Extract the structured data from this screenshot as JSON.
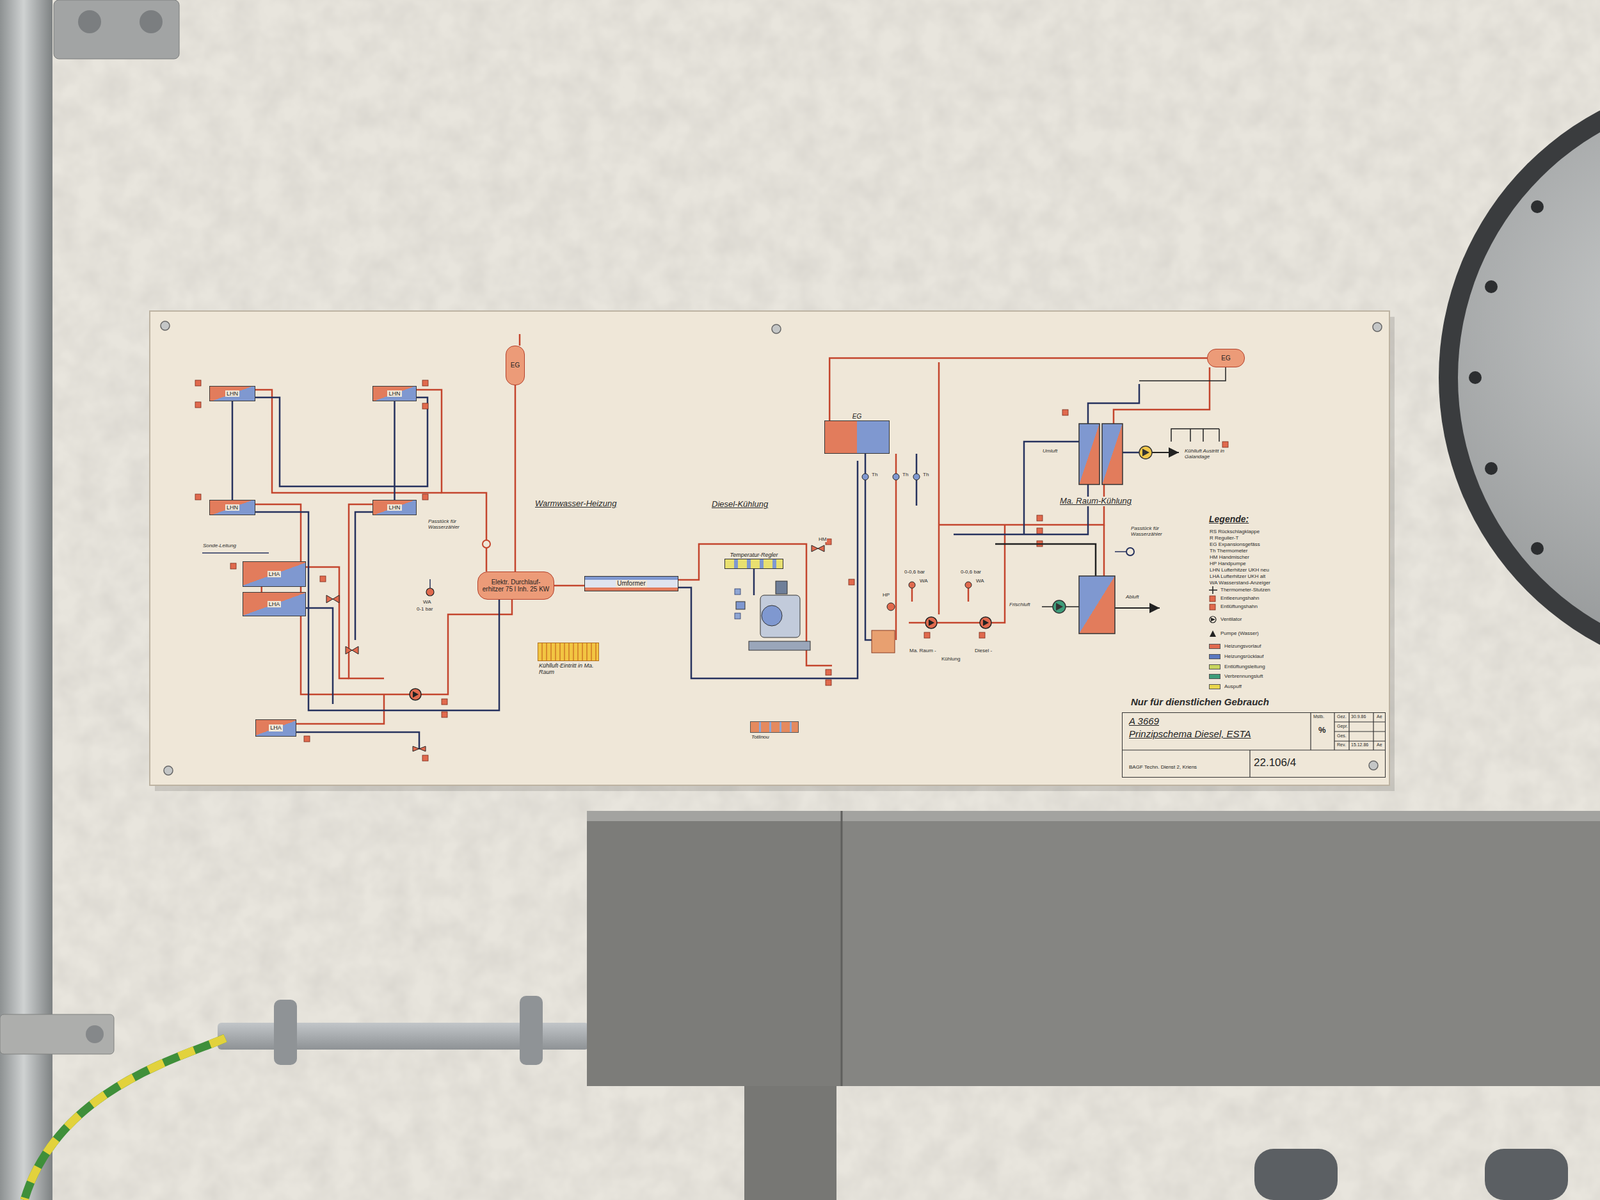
{
  "diagram": {
    "nodes": [
      {
        "text": [
          "EG"
        ]
      },
      {
        "text": [
          "LHN"
        ]
      },
      {
        "text": [
          "LHN"
        ]
      },
      {
        "text": [
          "LHN"
        ]
      },
      {
        "text": [
          "LHN"
        ]
      },
      {
        "text": [
          "LHA"
        ]
      },
      {
        "text": [
          "LHA"
        ]
      },
      {
        "text": [
          "LHA"
        ]
      },
      {
        "text": [
          "Elektr. Durchlauf- erhitzer 75 l Inh. 25 KW"
        ]
      },
      {
        "text": [
          "Kühlluft-Eintritt in Ma. Raum"
        ]
      },
      {
        "text": [
          "Umformer"
        ]
      },
      {
        "text": [
          "Temperatur-Regler"
        ]
      },
      {
        "text": [
          "EG"
        ]
      },
      {
        "text": [
          "EG"
        ]
      },
      {
        "text": [
          "Totlinou"
        ]
      },
      {
        "text": [
          "A 3669",
          "Prinzipschema Diesel, ESTA",
          "BAGF Techn. Dienst 2, Kriens",
          "22.106/4"
        ]
      }
    ],
    "edges": [
      {
        "from": 0,
        "to": 8,
        "arrow": "none"
      },
      {
        "from": 8,
        "to": 10,
        "arrow": "none"
      },
      {
        "from": 1,
        "to": 3,
        "arrow": "none"
      },
      {
        "from": 2,
        "to": 4,
        "arrow": "none"
      },
      {
        "from": 5,
        "to": 6,
        "arrow": "none"
      },
      {
        "from": 12,
        "to": 13,
        "arrow": "none"
      }
    ],
    "labels": [
      "Warmwasser-Heizung",
      "Diesel-Kühlung",
      "Ma. Raum-Kühlung",
      "Passtück für Wasserzähler",
      "Passtück für Wasserzähler",
      "Sonde-Leitung",
      "WA",
      "0-1 bar",
      "HM",
      "Th",
      "Th",
      "Th",
      "0-0,6 bar",
      "WA",
      "0-0,6 bar",
      "WA",
      "HP",
      "Ma. Raum -",
      "Kühlung",
      "Diesel -",
      "Umluft",
      "Kühlluft Austritt in Galandage",
      "Frischluft",
      "Abluft",
      "Legende:",
      "Nur für dienstlichen Gebrauch",
      "Mstb.",
      "%",
      "Gez.",
      "30.9.86",
      "Ae",
      "Gepr.",
      "Ges.",
      "Rev.",
      "15.12.86",
      "Ae"
    ],
    "legend": [
      {
        "text": "RS Rückschlagklappe"
      },
      {
        "text": "R Regulier-T"
      },
      {
        "text": "EG Expansionsgefäss"
      },
      {
        "text": "Th Thermometer"
      },
      {
        "text": "HM Handmischer"
      },
      {
        "text": "HP Handpumpe"
      },
      {
        "text": "LHN Lufterhitzer UKH neu"
      },
      {
        "text": "LHA Lufterhitzer UKH alt"
      },
      {
        "text": "WA Wasserstand-Anzeiger"
      },
      {
        "text": "Thermometer-Stutzen"
      },
      {
        "text": "Entleerungshahn"
      },
      {
        "text": "Entlüftungshahn"
      },
      {
        "text": "Ventilator"
      },
      {
        "text": "Pumpe (Wasser)"
      },
      {
        "text": "Heizungsvorlauf",
        "color": "#e06a4e"
      },
      {
        "text": "Heizungsrücklauf",
        "color": "#5b78c0"
      },
      {
        "text": "Entlüftungsleitung",
        "color": "#c8d45e"
      },
      {
        "text": "Verbrennungsluft",
        "color": "#3e9c7a"
      },
      {
        "text": "Auspuff",
        "color": "#e9d64c"
      }
    ]
  }
}
